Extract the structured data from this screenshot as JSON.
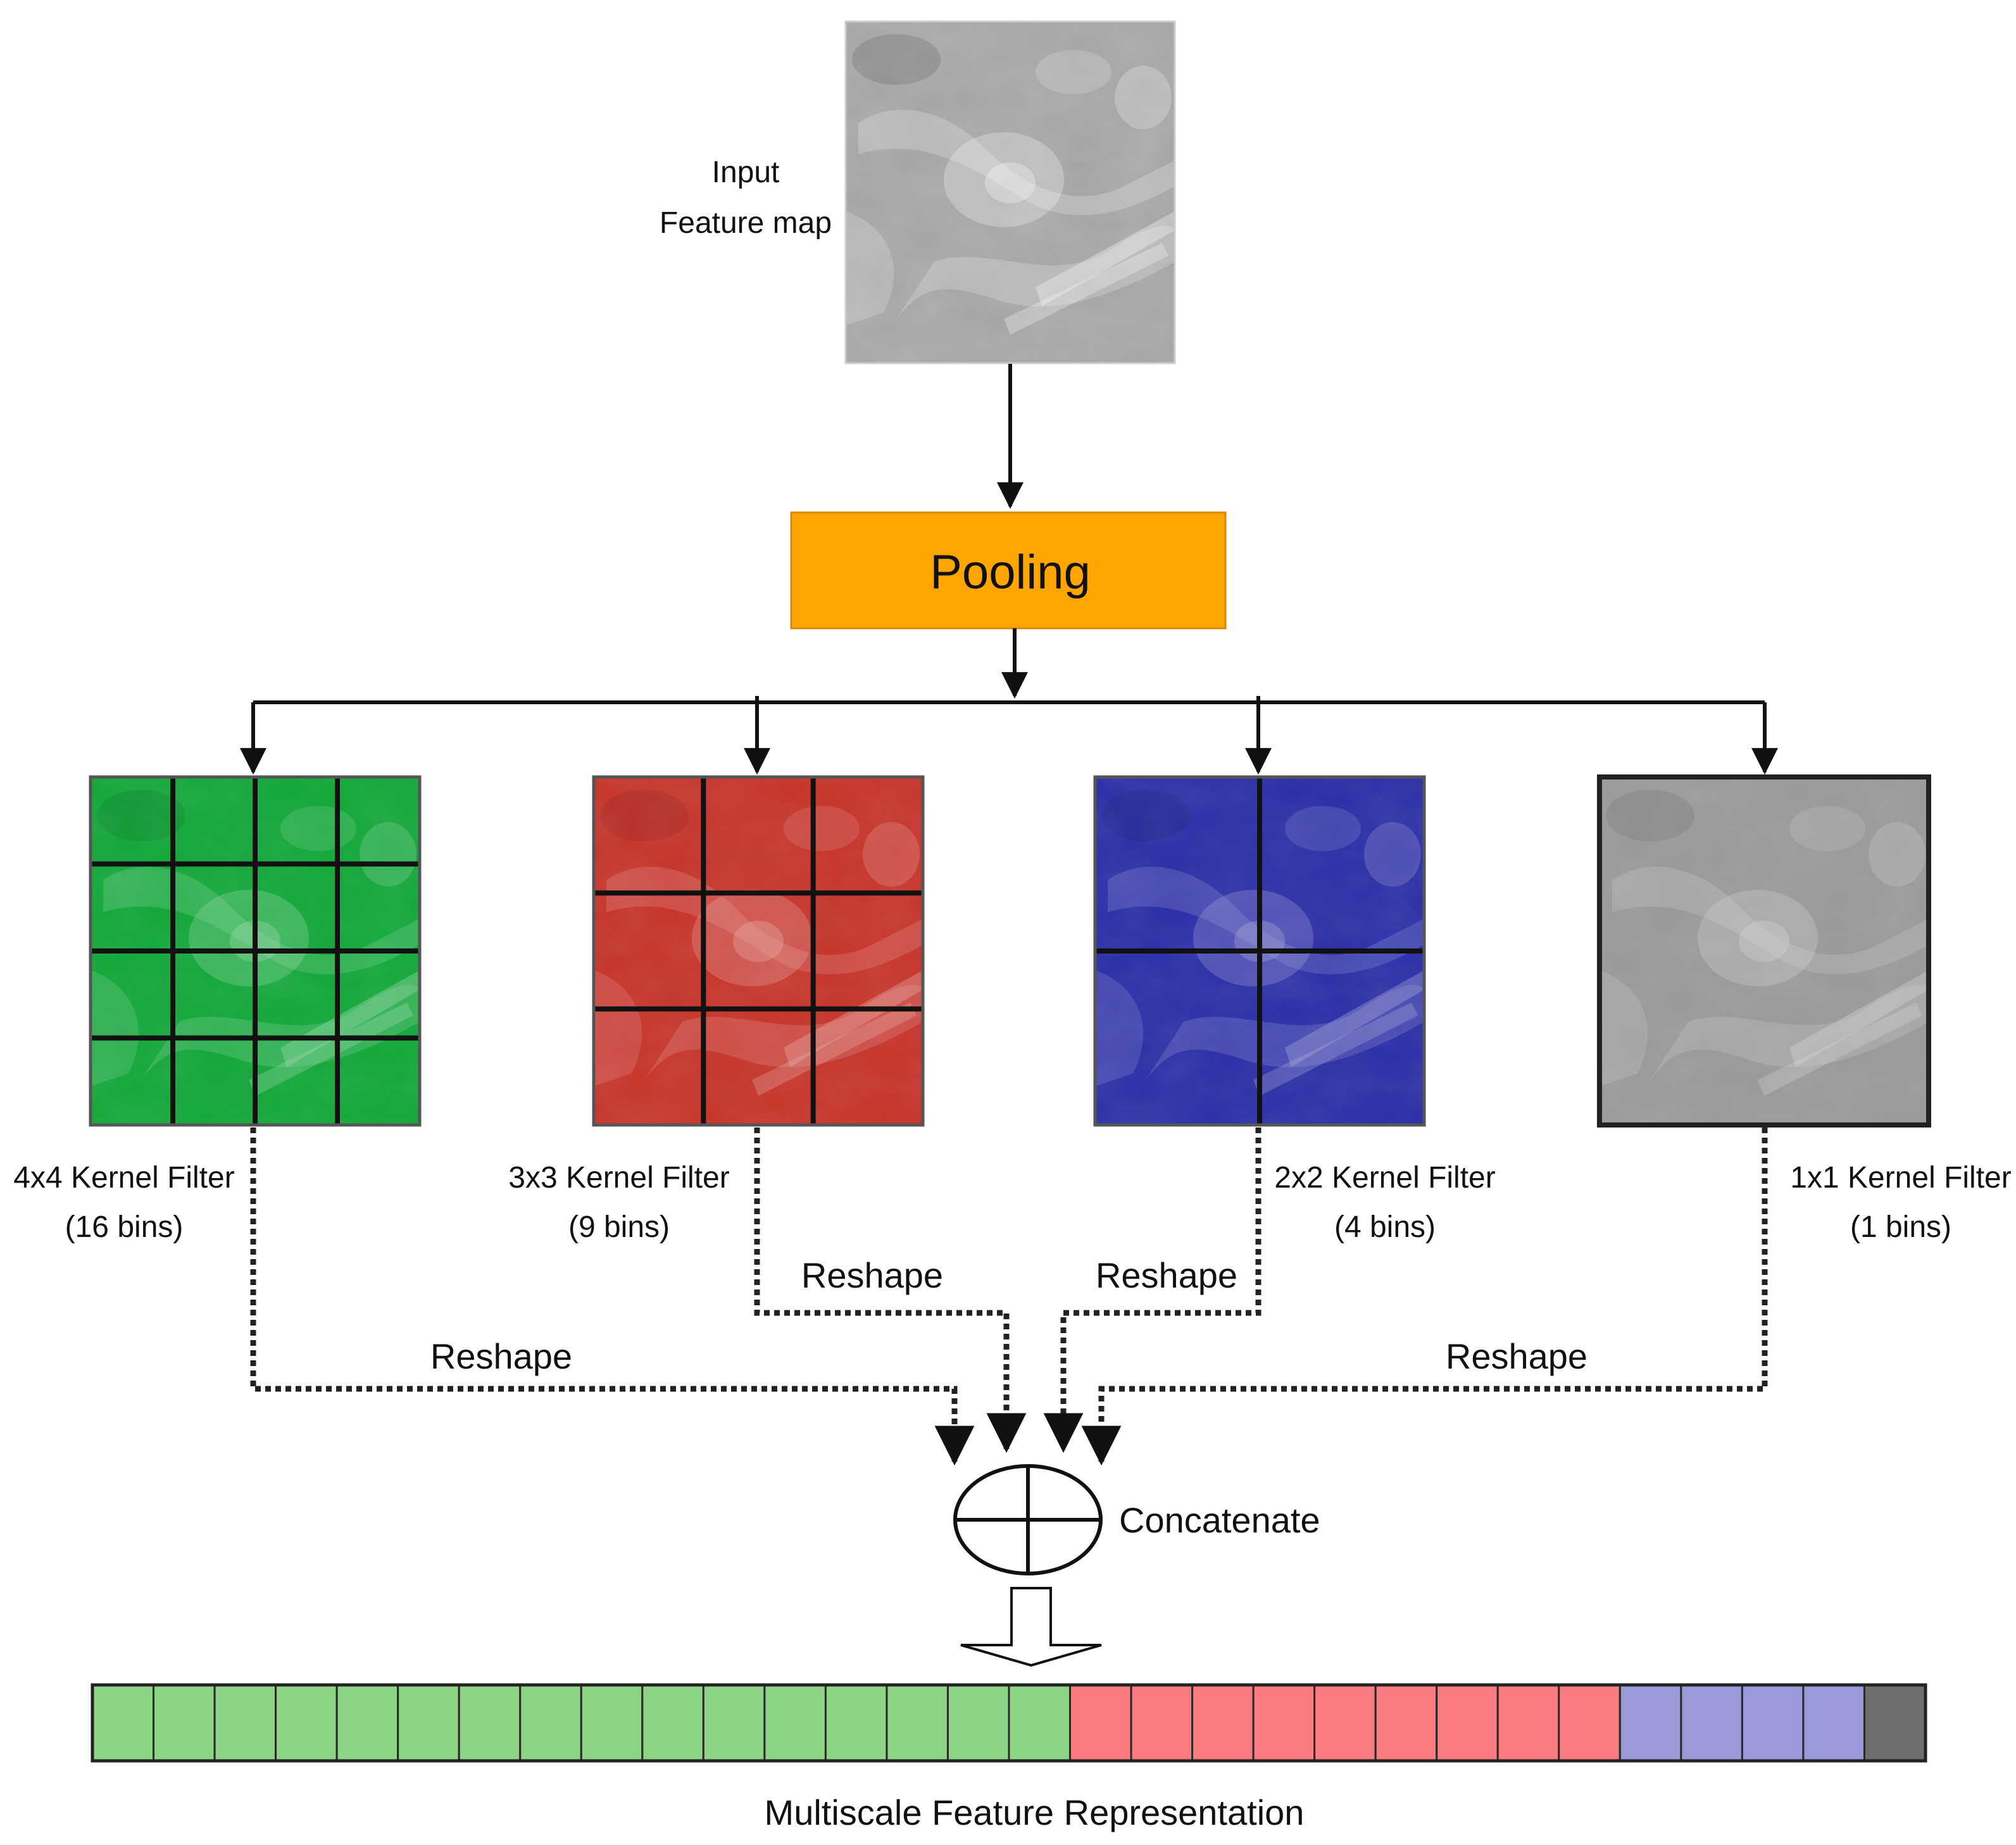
{
  "input": {
    "label_line1": "Input",
    "label_line2": "Feature map"
  },
  "pooling": {
    "label": "Pooling",
    "color": "#FFA500"
  },
  "filters": [
    {
      "label": "4x4 Kernel Filter",
      "bins_label": "(16 bins)",
      "grid": 4,
      "bins": 16,
      "color": "#12A83A"
    },
    {
      "label": "3x3 Kernel Filter",
      "bins_label": "(9 bins)",
      "grid": 3,
      "bins": 9,
      "color": "#C8342A"
    },
    {
      "label": "2x2 Kernel Filter",
      "bins_label": "(4 bins)",
      "grid": 2,
      "bins": 4,
      "color": "#2B2FA8"
    },
    {
      "label": "1x1 Kernel Filter",
      "bins_label": "(1 bins)",
      "grid": 1,
      "bins": 1,
      "color": "#9A9A9A"
    }
  ],
  "reshape_labels": [
    "Reshape",
    "Reshape",
    "Reshape",
    "Reshape"
  ],
  "concatenate": {
    "label": "Concatenate"
  },
  "output": {
    "label": "Multiscale Feature Representation",
    "segments": [
      {
        "count": 16,
        "color": "#8ED486"
      },
      {
        "count": 9,
        "color": "#FA7C80"
      },
      {
        "count": 4,
        "color": "#9A9ADA"
      },
      {
        "count": 1,
        "color": "#6E6E6E"
      }
    ]
  }
}
